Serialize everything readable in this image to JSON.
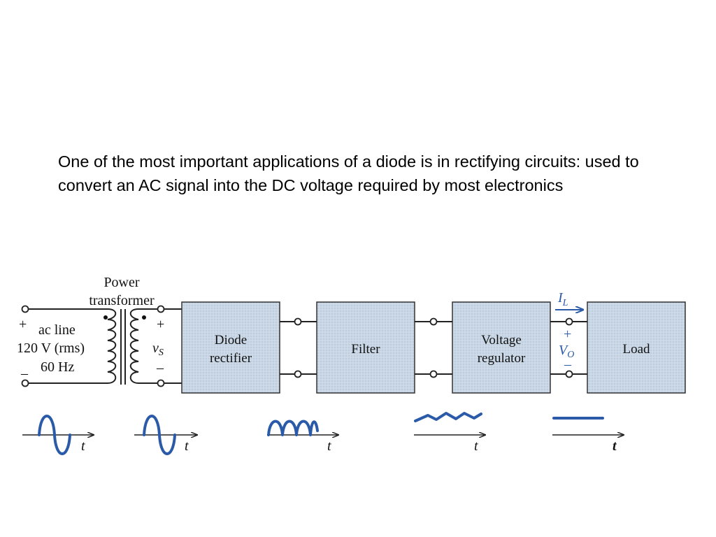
{
  "caption": "One of the most important applications of a diode is in rectifying circuits: used to convert an AC signal into the DC voltage required by most electronics",
  "diagram": {
    "transformer_label_line1": "Power",
    "transformer_label_line2": "transformer",
    "source": {
      "plus": "+",
      "minus": "–",
      "line1": "ac line",
      "line2": "120 V (rms)",
      "line3": "60 Hz"
    },
    "secondary": {
      "plus": "+",
      "minus": "–",
      "voltage_symbol": "v",
      "voltage_subscript": "S"
    },
    "blocks": {
      "rectifier_line1": "Diode",
      "rectifier_line2": "rectifier",
      "filter": "Filter",
      "regulator_line1": "Voltage",
      "regulator_line2": "regulator",
      "load": "Load"
    },
    "output": {
      "current_symbol": "I",
      "current_subscript": "L",
      "plus": "+",
      "minus": "–",
      "voltage_symbol": "V",
      "voltage_subscript": "O"
    },
    "waveforms": [
      {
        "name": "ac sine",
        "axis_label": "t"
      },
      {
        "name": "ac sine",
        "axis_label": "t"
      },
      {
        "name": "full-wave rectified",
        "axis_label": "t"
      },
      {
        "name": "filtered with ripple",
        "axis_label": "t"
      },
      {
        "name": "regulated dc",
        "axis_label": "t"
      }
    ],
    "colors": {
      "block_fill": "#c9d7e6",
      "waveform": "#2b5ba8"
    }
  }
}
